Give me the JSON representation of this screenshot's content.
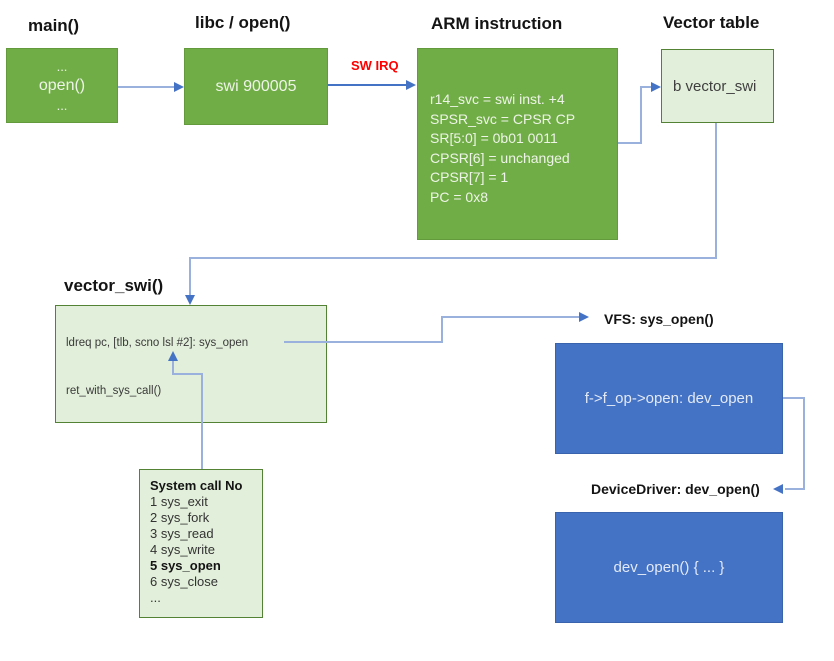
{
  "colors": {
    "node_green": "#70AD47",
    "node_light_green": "#E2EFDA",
    "node_blue": "#4472C4",
    "connector_line": "#9AB1DE",
    "arrowhead": "#4472C4",
    "alert_red": "#FF0000"
  },
  "nodes": {
    "main": {
      "title": "main()",
      "lines": [
        "...",
        "open()",
        "..."
      ]
    },
    "libc": {
      "title": "libc / open()",
      "text": "swi 900005"
    },
    "arm": {
      "title": "ARM instruction",
      "lines": [
        "r14_svc = swi inst. +4",
        "SPSR_svc = CPSR CP",
        "SR[5:0] = 0b01 0011",
        "CPSR[6] = unchanged",
        "CPSR[7] = 1",
        "PC = 0x8"
      ]
    },
    "vector_table": {
      "title": "Vector table",
      "text": "b vector_swi"
    },
    "vector_swi": {
      "title": "vector_swi()",
      "instruction": "ldreq pc, [tlb, scno lsl #2]: sys_open",
      "return_call": "ret_with_sys_call()"
    },
    "syscall_table": {
      "title": "System call No",
      "items": [
        "1 sys_exit",
        "2 sys_fork",
        "3 sys_read",
        "4 sys_write",
        "5 sys_open",
        "6 sys_close",
        "..."
      ],
      "highlighted_item": "5 sys_open"
    },
    "vfs": {
      "label": "VFS: sys_open()",
      "text": "f->f_op->open: dev_open"
    },
    "device_driver": {
      "label": "DeviceDriver: dev_open()",
      "text": "dev_open() { ... }"
    }
  },
  "annotations": {
    "sw_irq": "SW IRQ"
  }
}
